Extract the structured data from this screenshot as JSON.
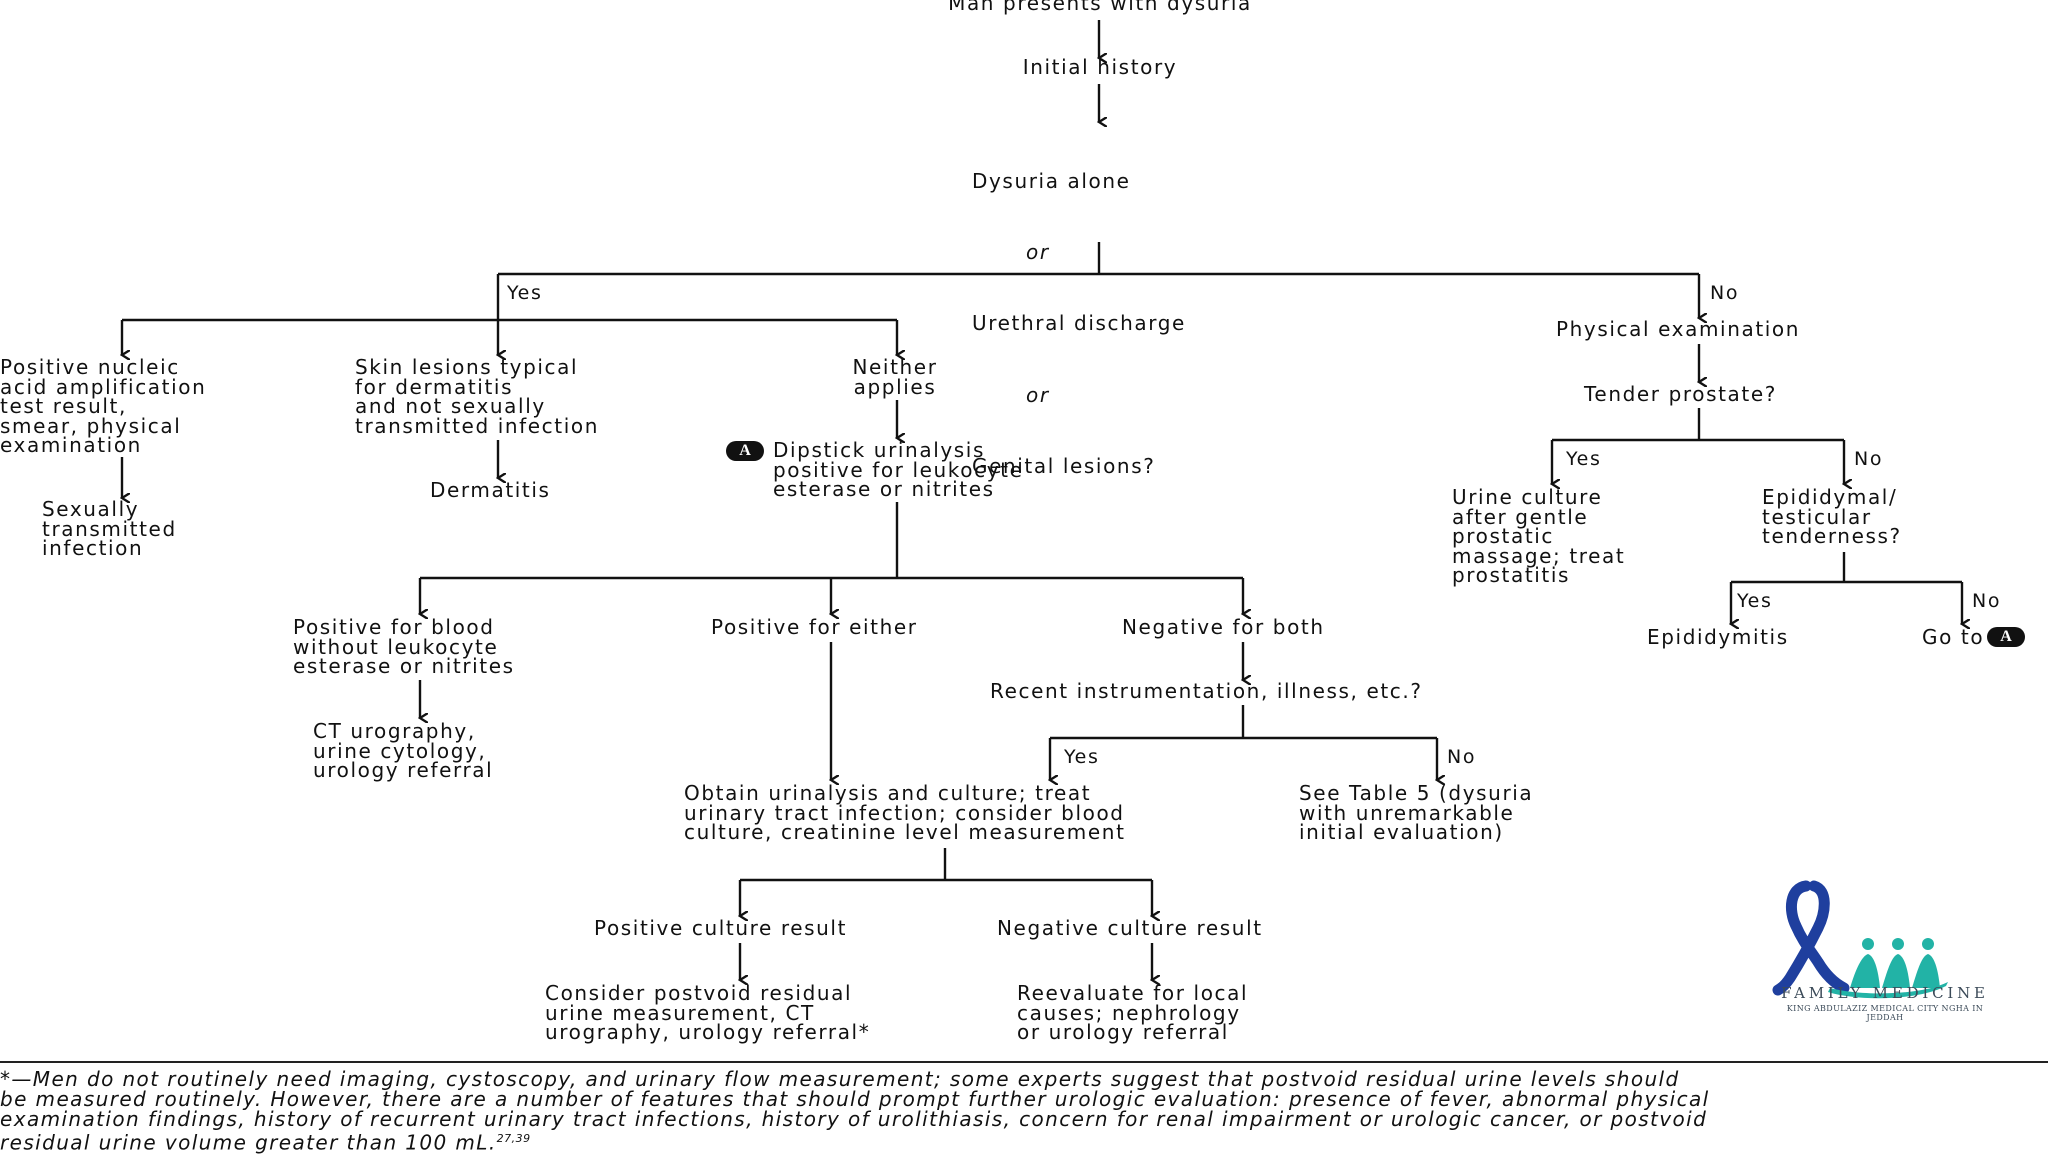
{
  "nodes": {
    "start": "Man presents with dysuria",
    "initial_history": "Initial history",
    "dysuria_question": "Dysuria alone\nor\nUrethral discharge\nor\nGenital lesions?",
    "naat_positive": "Positive nucleic\nacid amplification\ntest result,\nsmear, physical\nexamination",
    "sti": "Sexually\ntransmitted\ninfection",
    "skin_lesions": "Skin lesions typical\nfor dermatitis\nand not sexually\ntransmitted infection",
    "dermatitis": "Dermatitis",
    "neither": "Neither\napplies",
    "dipstick": "Dipstick urinalysis\npositive for leukocyte\nesterase or nitrites",
    "positive_blood": "Positive for blood\nwithout leukocyte\nesterase or nitrites",
    "ct_urography": "CT urography,\nurine cytology,\nurology referral",
    "positive_either": "Positive for either",
    "negative_both": "Negative for both",
    "recent_instrumentation": "Recent instrumentation, illness, etc.?",
    "obtain_urinalysis": "Obtain urinalysis and culture; treat\nurinary tract infection; consider blood\nculture, creatinine level measurement",
    "see_table5": "See Table 5 (dysuria\nwith unremarkable\ninitial evaluation)",
    "positive_culture": "Positive culture result",
    "negative_culture": "Negative culture result",
    "consider_postvoid": "Consider postvoid residual\nurine measurement, CT\nurography, urology referral*",
    "reevaluate": "Reevaluate for local\ncauses; nephrology\nor urology referral",
    "physical_exam": "Physical examination",
    "tender_prostate": "Tender prostate?",
    "urine_culture_prostatitis": "Urine culture\nafter gentle\nprostatic\nmassage; treat\nprostatitis",
    "epididymal": "Epididymal/\ntesticular\ntenderness?",
    "epididymitis": "Epididymitis",
    "go_to": "Go to"
  },
  "labels": {
    "yes_main": "Yes",
    "no_main": "No",
    "yes_prostate": "Yes",
    "no_prostate": "No",
    "yes_epi": "Yes",
    "no_epi": "No",
    "yes_recent": "Yes",
    "no_recent": "No",
    "marker_a": "A"
  },
  "footnote": {
    "text": "*—Men do not routinely need imaging, cystoscopy, and urinary flow measurement; some experts suggest that postvoid residual urine levels should\nbe measured routinely. However, there are a number of features that should prompt further urologic evaluation: presence of fever, abnormal physical\nexamination findings, history of recurrent urinary tract infections, history of urolithiasis, concern for renal impairment or urologic cancer, or postvoid\nresidual urine volume greater than 100 mL.",
    "refs": "27,39"
  },
  "logo": {
    "title": "FAMILY MEDICINE",
    "subtitle": "KING ABDULAZIZ MEDICAL CITY NGHA IN JEDDAH",
    "colors": {
      "ribbon": "#1f3f9e",
      "figures": "#22b3a6"
    }
  }
}
